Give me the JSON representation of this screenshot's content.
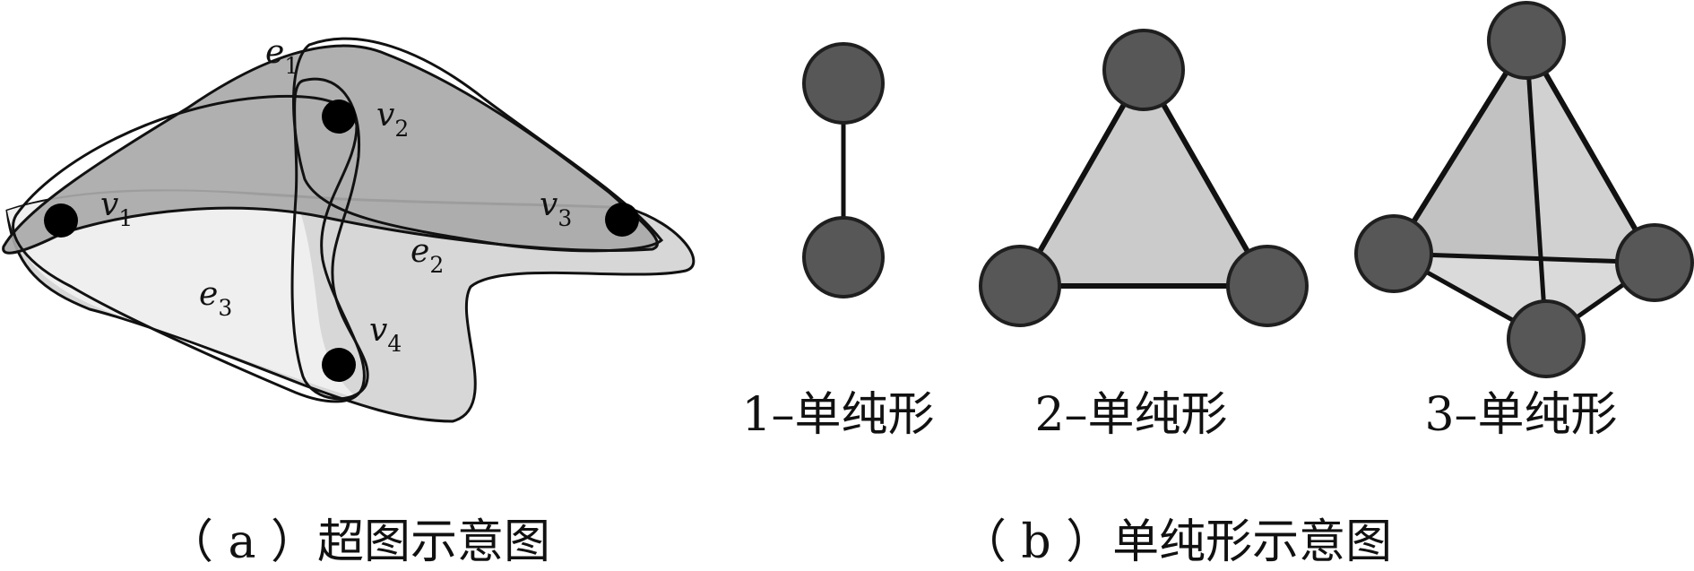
{
  "hypergraph": {
    "vertices": [
      {
        "name": "v",
        "sub": "1"
      },
      {
        "name": "v",
        "sub": "2"
      },
      {
        "name": "v",
        "sub": "3"
      },
      {
        "name": "v",
        "sub": "4"
      }
    ],
    "edges": [
      {
        "name": "e",
        "sub": "1"
      },
      {
        "name": "e",
        "sub": "2"
      },
      {
        "name": "e",
        "sub": "3"
      }
    ],
    "caption": "（ a ）超图示意图"
  },
  "simplices": {
    "labels": [
      "1–单纯形",
      "2–单纯形",
      "3–单纯形"
    ],
    "caption": "（ b ）单纯形示意图"
  },
  "colors": {
    "node_fill": "#575757",
    "node_stroke": "#1f1f1f",
    "face_fill": "#cbcbcb",
    "edge_e1_fill": "#a9a9a9",
    "edge_e2_fill": "#d7d7d7",
    "edge_e3_fill": "#efefef",
    "outline": "#111111"
  }
}
